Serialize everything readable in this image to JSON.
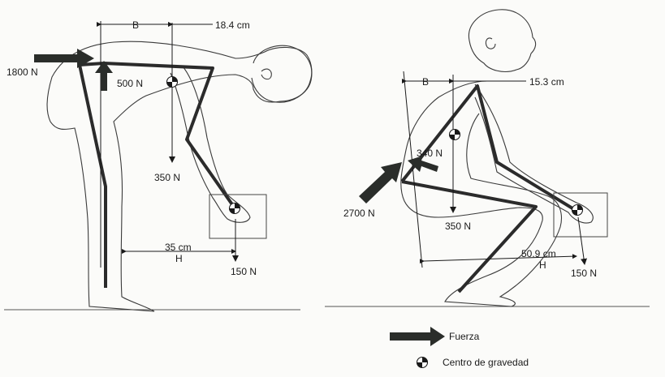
{
  "left_figure": {
    "dim_B": "B",
    "dim_top": "18.4 cm",
    "force_back": "1800 N",
    "force_up": "500 N",
    "weight_body": "350 N",
    "dim_H_value": "35 cm",
    "dim_H_label": "H",
    "weight_load": "150 N"
  },
  "right_figure": {
    "dim_B": "B",
    "dim_top": "15.3 cm",
    "force_up": "340 N",
    "force_back": "2700 N",
    "weight_body": "350 N",
    "dim_H_value": "50.9 cm",
    "dim_H_label": "H",
    "weight_load": "150 N"
  },
  "legend": {
    "force_label": "Fuerza",
    "cog_label": "Centro de gravedad"
  },
  "colors": {
    "force_arrow": "#2a2d2a",
    "ink": "#1a1a1a",
    "paper": "#fbfbf9"
  }
}
